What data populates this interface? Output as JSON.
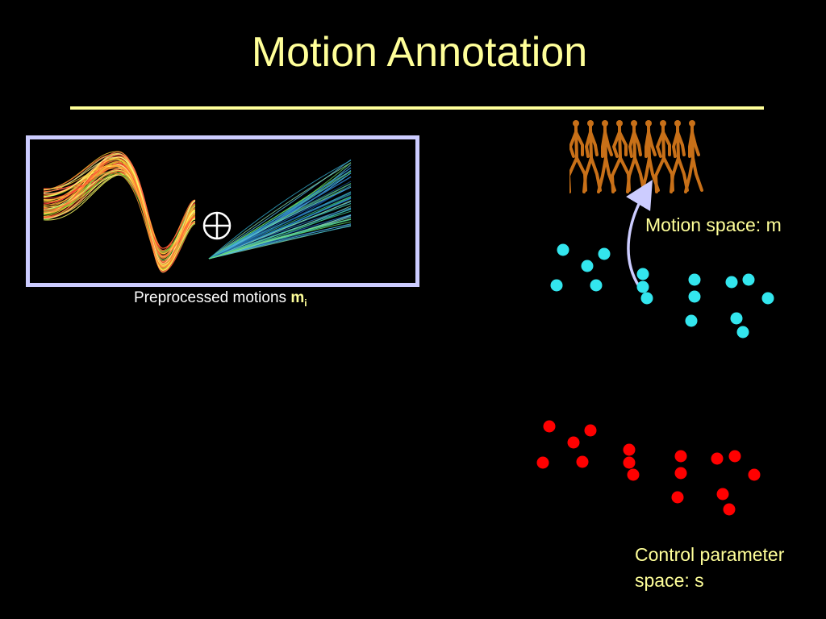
{
  "slide": {
    "title": "Motion Annotation",
    "caption_prefix": "Preprocessed motions ",
    "caption_var": "m",
    "caption_sub": "i",
    "motion_space_label": "Motion space: m",
    "control_space_label": "Control parameter space: s",
    "oplus_symbol": "⊕"
  },
  "colors": {
    "title": "#ffff99",
    "rule": "#ffff99",
    "box_border": "#ccccff",
    "label": "#ffff99",
    "motion_point": "#33e6ee",
    "control_point": "#ff0000",
    "arrow": "#ccccff",
    "walker": "#c87018"
  },
  "icons": {
    "oplus": "circle-plus-icon",
    "walkers": "walking-figures-icon",
    "curves_left": "warm-trajectory-curves",
    "curves_right": "cool-trajectory-curves"
  }
}
